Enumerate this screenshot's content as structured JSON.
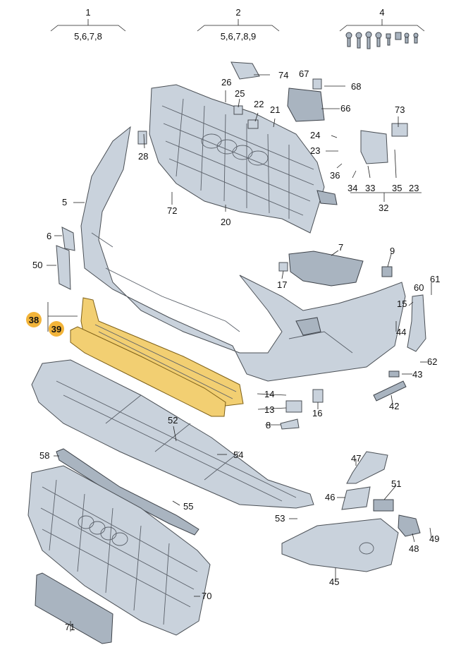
{
  "header_groups": [
    {
      "number": "1",
      "subparts": "5,6,7,8"
    },
    {
      "number": "2",
      "subparts": "5,6,7,8,9"
    },
    {
      "number": "4",
      "subparts": ""
    }
  ],
  "highlighted_labels": [
    "38",
    "39"
  ],
  "part_labels": [
    "74",
    "67",
    "68",
    "26",
    "25",
    "22",
    "21",
    "66",
    "73",
    "28",
    "24",
    "23",
    "36",
    "34",
    "33",
    "35",
    "23",
    "32",
    "5",
    "72",
    "20",
    "6",
    "50",
    "7",
    "9",
    "17",
    "61",
    "60",
    "15",
    "44",
    "62",
    "43",
    "42",
    "14",
    "13",
    "16",
    "8",
    "52",
    "58",
    "54",
    "55",
    "47",
    "51",
    "46",
    "53",
    "48",
    "49",
    "45",
    "70",
    "71"
  ],
  "colors": {
    "part_fill": "#c9d2dc",
    "part_stroke": "#4a4f55",
    "highlight": "#f2b43a"
  }
}
